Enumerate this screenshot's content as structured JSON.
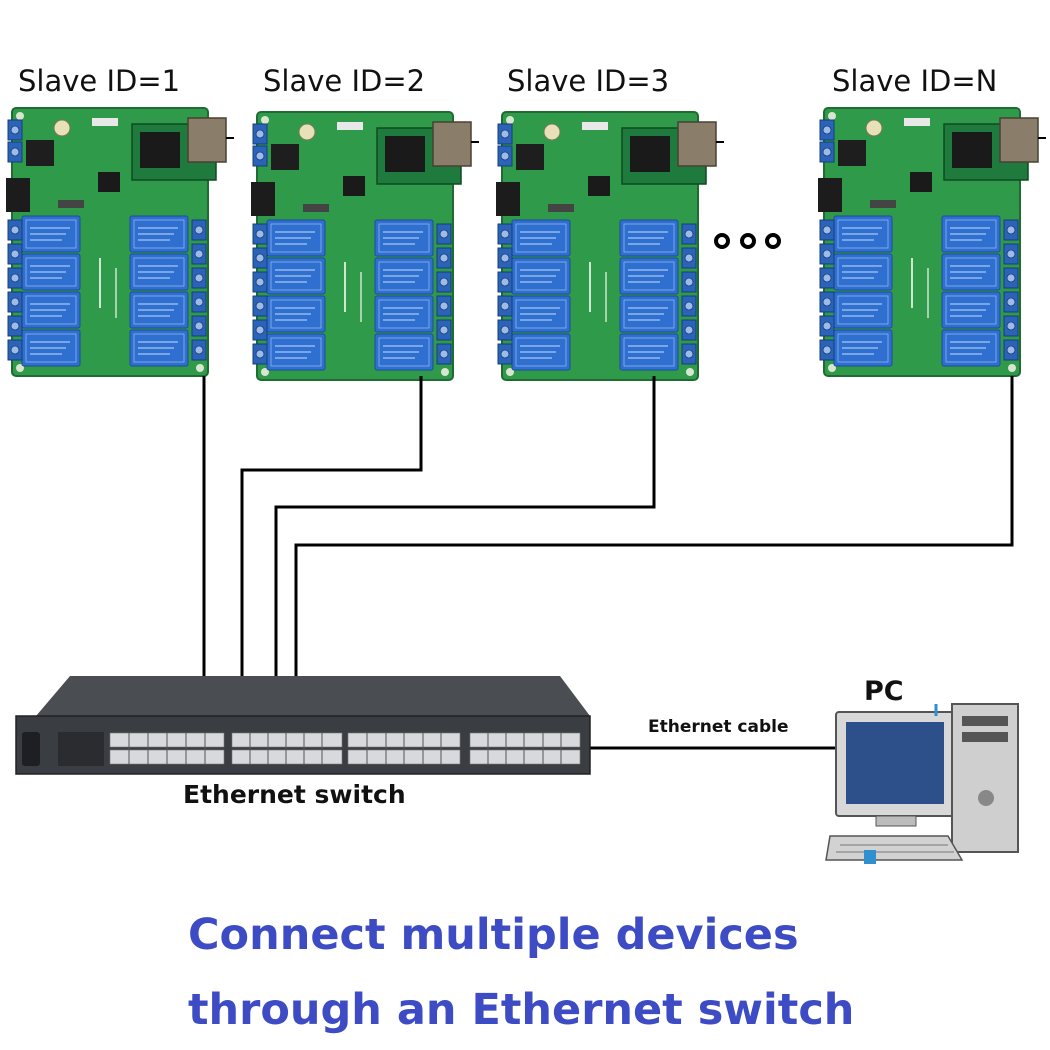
{
  "slaves": [
    {
      "label": "Slave ID=1"
    },
    {
      "label": "Slave ID=2"
    },
    {
      "label": "Slave ID=3"
    },
    {
      "label": "Slave ID=N"
    }
  ],
  "ellipsis": "ooo",
  "switch": {
    "label": "Ethernet switch"
  },
  "pc": {
    "label": "PC"
  },
  "cable": {
    "label": "Ethernet cable"
  },
  "caption": {
    "line1": "Connect multiple devices",
    "line2": "through an Ethernet switch"
  },
  "colors": {
    "pcb": "#2f9a4a",
    "relay": "#2f6fd0",
    "terminal": "#2a63b8",
    "switch_body": "#3a3d42",
    "caption": "#3d4cc4"
  }
}
